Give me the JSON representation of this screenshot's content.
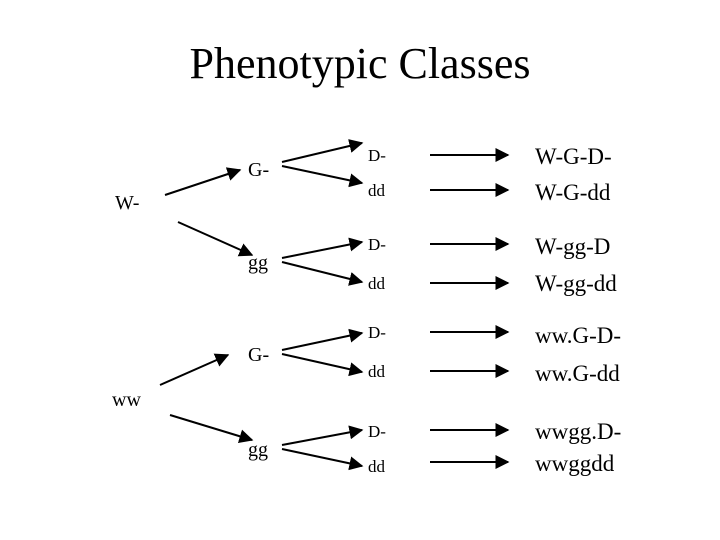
{
  "title": "Phenotypic Classes",
  "roots": [
    {
      "label": "W-",
      "branches": [
        {
          "label": "G-",
          "leaves": [
            {
              "label": "D-",
              "result": "W-G-D-"
            },
            {
              "label": "dd",
              "result": "W-G-dd"
            }
          ]
        },
        {
          "label": "gg",
          "leaves": [
            {
              "label": "D-",
              "result": "W-gg-D"
            },
            {
              "label": "dd",
              "result": "W-gg-dd"
            }
          ]
        }
      ]
    },
    {
      "label": "ww",
      "branches": [
        {
          "label": "G-",
          "leaves": [
            {
              "label": "D-",
              "result": "ww.G-D-"
            },
            {
              "label": "dd",
              "result": "ww.G-dd"
            }
          ]
        },
        {
          "label": "gg",
          "leaves": [
            {
              "label": "D-",
              "result": "wwgg.D-"
            },
            {
              "label": "dd",
              "result": "wwggdd"
            }
          ]
        }
      ]
    }
  ]
}
